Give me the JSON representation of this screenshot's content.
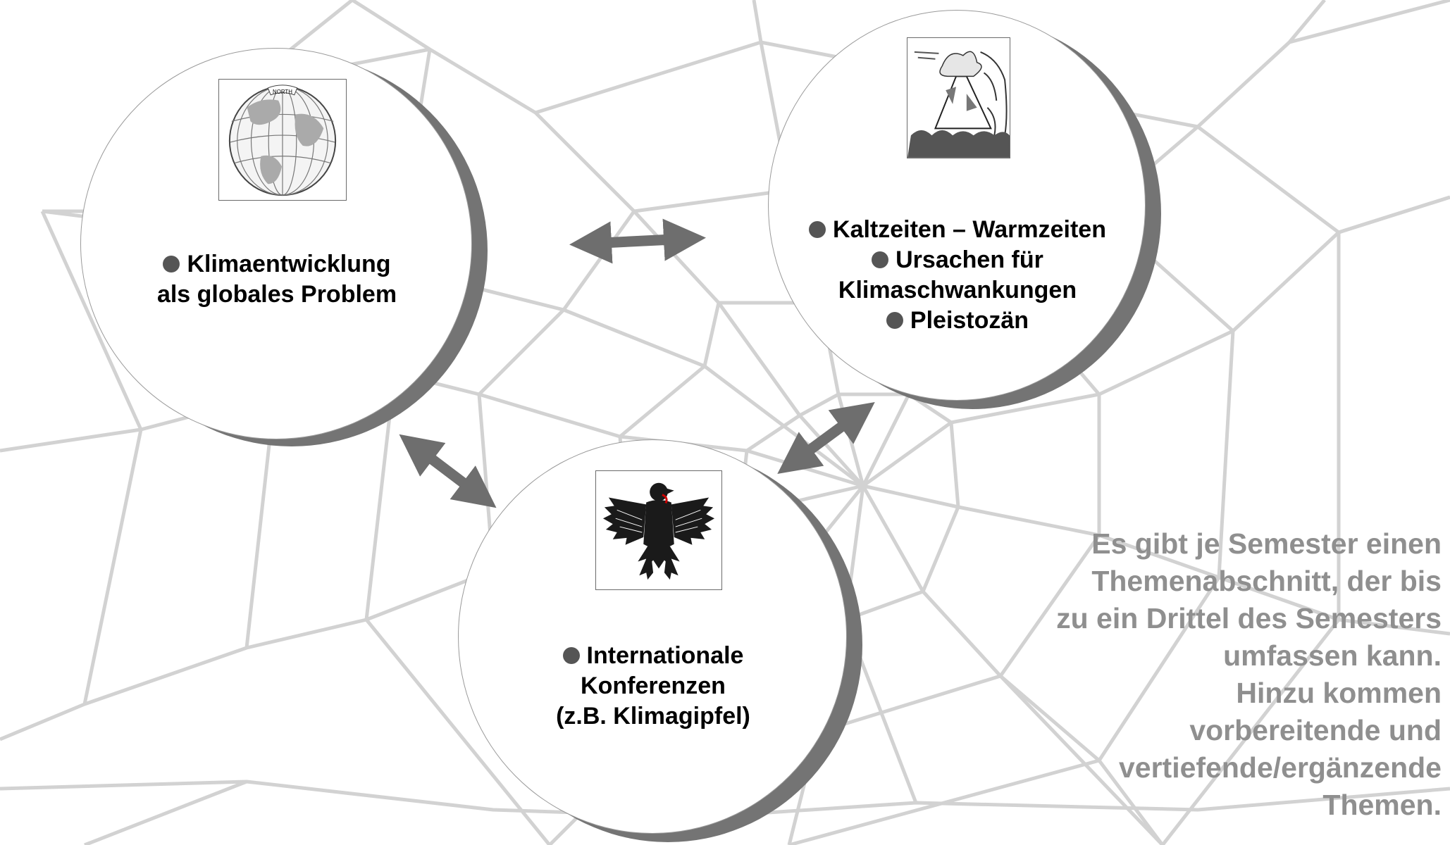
{
  "circles": {
    "climate": {
      "image_icon": "globe-icon",
      "lines": [
        {
          "bullet": true,
          "text": "Klimaentwicklung"
        },
        {
          "bullet": false,
          "text": "als globales Problem"
        }
      ]
    },
    "ice_age": {
      "image_icon": "volcano-icon",
      "lines": [
        {
          "bullet": true,
          "text": "Kaltzeiten – Warmzeiten"
        },
        {
          "bullet": true,
          "text": "Ursachen für"
        },
        {
          "bullet": false,
          "text": "Klimaschwankungen"
        },
        {
          "bullet": true,
          "text": "Pleistozän"
        }
      ]
    },
    "conferences": {
      "image_icon": "federal-eagle-icon",
      "lines": [
        {
          "bullet": true,
          "text": "Internationale"
        },
        {
          "bullet": false,
          "text": "Konferenzen"
        },
        {
          "bullet": false,
          "text": "(z.B. Klimagipfel)"
        }
      ]
    }
  },
  "note": {
    "lines": [
      "Es gibt je Semester einen",
      "Themenabschnitt, der bis",
      "zu ein Drittel des Semesters",
      "umfassen kann.",
      "Hinzu kommen",
      "vorbereitende und",
      "vertiefende/ergänzende",
      "Themen."
    ]
  },
  "colors": {
    "web": "#d2d2d2",
    "arrow": "#6e6e6e",
    "shadow": "#747474",
    "note_text": "#8f8f8f"
  }
}
